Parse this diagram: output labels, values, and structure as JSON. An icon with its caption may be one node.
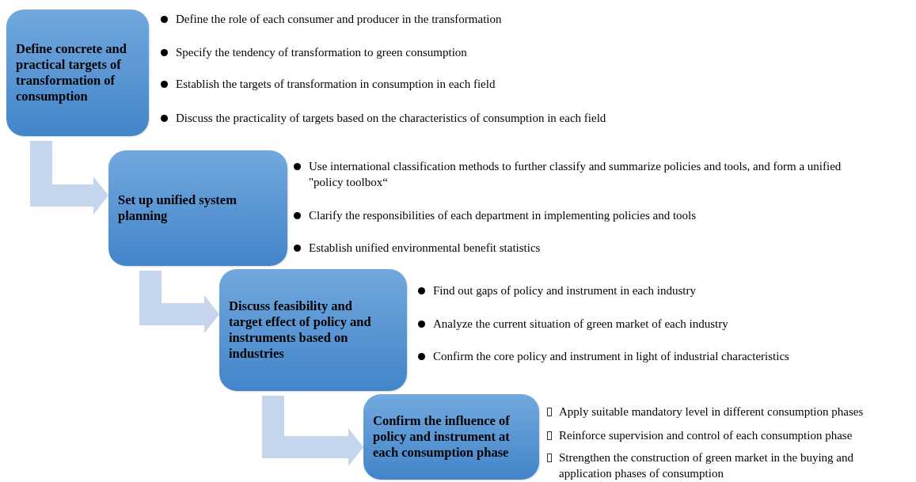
{
  "diagram": {
    "nodes": [
      {
        "text": [
          "Define concrete and practical targets of transformation of consumption"
        ],
        "beside": [
          "Define the role of each consumer and producer in the transformation",
          "Specify the tendency of transformation to green consumption",
          "Establish the targets of transformation in consumption in each field",
          "Discuss the practicality of targets based on the characteristics of consumption in each field"
        ]
      },
      {
        "text": [
          "Set up unified system planning"
        ],
        "beside": [
          "Use international classification methods to further classify and summarize policies and tools, and form a unified \"policy toolbox“",
          "Clarify the responsibilities of each department in implementing policies and tools",
          "Establish unified environmental benefit statistics"
        ]
      },
      {
        "text": [
          "Discuss feasibility and target effect of policy and instruments based on industries"
        ],
        "beside": [
          "Find out gaps of policy and instrument in each industry",
          "Analyze the current situation of green market of each industry",
          "Confirm the core policy and instrument in light of industrial characteristics"
        ]
      },
      {
        "text": [
          "Confirm the influence of policy and instrument at each consumption  phase"
        ],
        "beside": [
          "Apply suitable mandatory level in different consumption phases",
          "Reinforce supervision and control of each consumption phase",
          "Strengthen the construction of green market in the buying and application phases of consumption"
        ]
      }
    ],
    "edges": [
      {
        "from": 0,
        "to": 1,
        "arrow": "to"
      },
      {
        "from": 1,
        "to": 2,
        "arrow": "to"
      },
      {
        "from": 2,
        "to": 3,
        "arrow": "to"
      }
    ]
  }
}
